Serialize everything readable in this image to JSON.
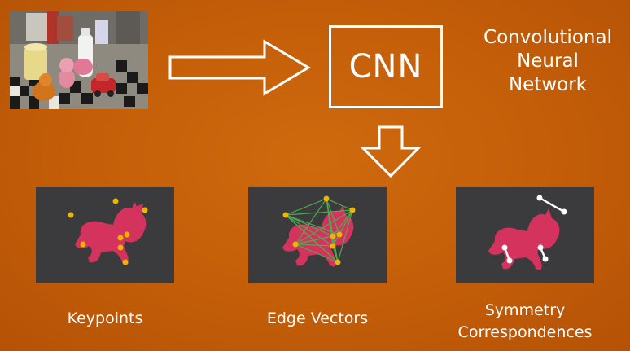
{
  "model": {
    "box_label": "CNN",
    "caption_lines": [
      "Convolutional",
      "Neural",
      "Network"
    ]
  },
  "outputs": [
    {
      "label_lines": [
        "Keypoints"
      ]
    },
    {
      "label_lines": [
        "Edge Vectors"
      ]
    },
    {
      "label_lines": [
        "Symmetry",
        "Correspondences"
      ]
    }
  ],
  "colors": {
    "background": "#c45e08",
    "panel": "#3b3b3d",
    "object": "#d4335e",
    "keypoint": "#f0b400",
    "edge": "#4caf50",
    "symmetry": "#ffffff"
  }
}
